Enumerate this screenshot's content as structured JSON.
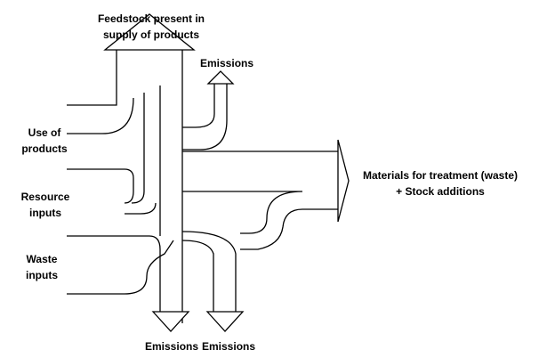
{
  "labels": {
    "feedstock_line1": "Feedstock present in",
    "feedstock_line2": "supply of products",
    "emissions_top": "Emissions",
    "use_line1": "Use of",
    "use_line2": "products",
    "resource_line1": "Resource",
    "resource_line2": "inputs",
    "waste_line1": "Waste",
    "waste_line2": "inputs",
    "materials_line1": "Materials for treatment (waste)",
    "materials_line2": "+ Stock additions",
    "emissions_bottom_1": "Emissions",
    "emissions_bottom_2": "Emissions"
  }
}
